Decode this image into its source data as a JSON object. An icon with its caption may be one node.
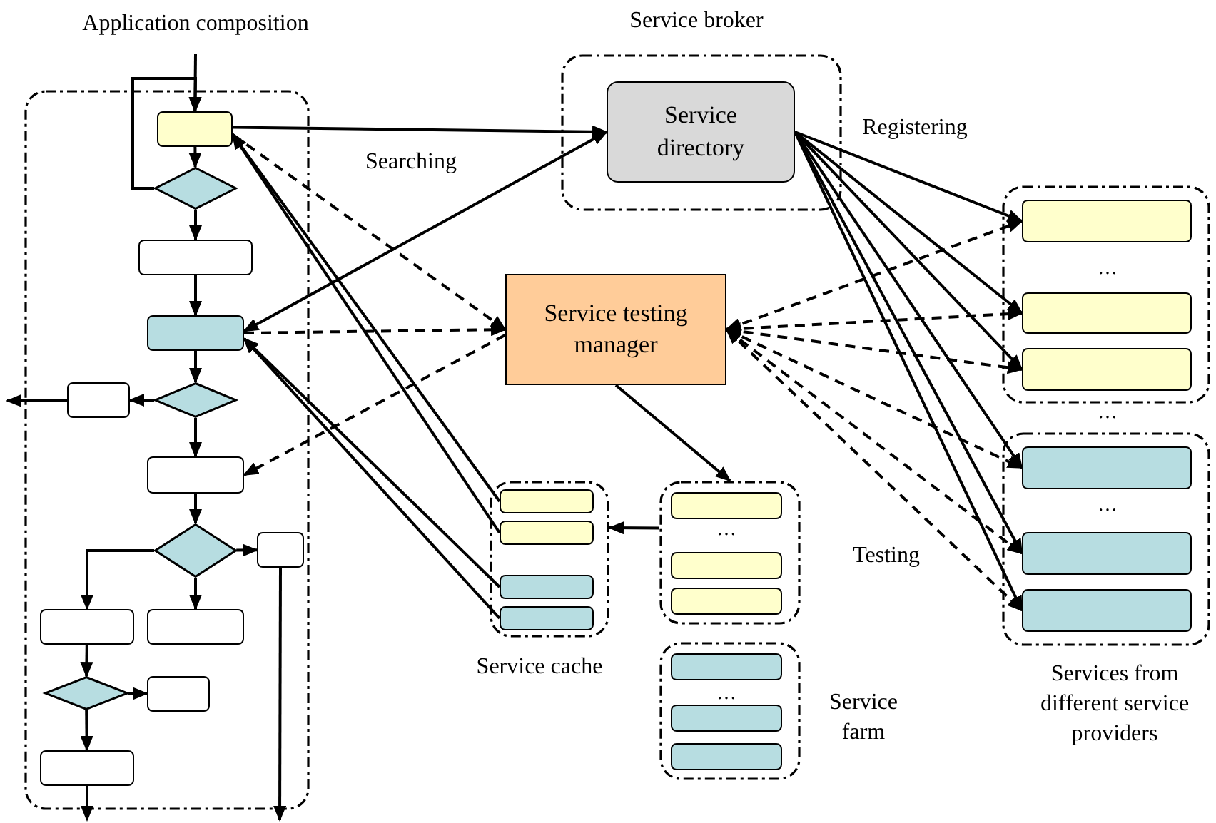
{
  "diagram": {
    "nodes": [
      {
        "text": [
          "Application composition"
        ]
      },
      {
        "text": [],
        "shape": "box",
        "in": 0
      },
      {
        "text": [],
        "shape": "diamond",
        "in": 0
      },
      {
        "text": [],
        "shape": "box",
        "in": 0
      },
      {
        "text": [],
        "shape": "box",
        "in": 0
      },
      {
        "text": [],
        "shape": "diamond",
        "in": 0
      },
      {
        "text": [],
        "shape": "box",
        "in": 0
      },
      {
        "text": [],
        "shape": "box",
        "in": 0
      },
      {
        "text": [],
        "shape": "diamond",
        "in": 0
      },
      {
        "text": [],
        "shape": "box",
        "in": 0
      },
      {
        "text": [],
        "shape": "box",
        "in": 0
      },
      {
        "text": [],
        "shape": "box",
        "in": 0
      },
      {
        "text": [],
        "shape": "diamond",
        "in": 0
      },
      {
        "text": [],
        "shape": "box",
        "in": 0
      },
      {
        "text": [],
        "shape": "box",
        "in": 0
      },
      {
        "text": [
          "Service broker"
        ]
      },
      {
        "text": [
          "Service directory"
        ],
        "in": 15
      },
      {
        "text": [
          "Service testing manager"
        ]
      },
      {
        "text": [
          "Service cache"
        ]
      },
      {
        "text": [],
        "shape": "box",
        "in": 18
      },
      {
        "text": [],
        "shape": "box",
        "in": 18
      },
      {
        "text": [],
        "shape": "box",
        "in": 18
      },
      {
        "text": [],
        "shape": "box",
        "in": 18
      },
      {
        "text": [],
        "shape": "box"
      },
      {
        "text": [],
        "shape": "box",
        "in": 23
      },
      {
        "text": [],
        "shape": "box",
        "in": 23
      },
      {
        "text": [],
        "shape": "box",
        "in": 23
      },
      {
        "text": [],
        "shape": "box",
        "beside": [
          "Service farm"
        ]
      },
      {
        "text": [],
        "shape": "box",
        "in": 27
      },
      {
        "text": [],
        "shape": "box",
        "in": 27
      },
      {
        "text": [],
        "shape": "box",
        "in": 27
      },
      {
        "text": [],
        "shape": "box"
      },
      {
        "text": [],
        "shape": "box",
        "in": 31
      },
      {
        "text": [],
        "shape": "box",
        "in": 31
      },
      {
        "text": [],
        "shape": "box",
        "in": 31
      },
      {
        "text": [],
        "shape": "box",
        "beside": [
          "Services from different service providers"
        ]
      },
      {
        "text": [],
        "shape": "box",
        "in": 35
      },
      {
        "text": [],
        "shape": "box",
        "in": 35
      },
      {
        "text": [],
        "shape": "box",
        "in": 35
      }
    ],
    "edges": [
      {
        "from": null,
        "to": 1,
        "arrow": "to"
      },
      {
        "from": 1,
        "to": 2,
        "arrow": "to"
      },
      {
        "from": 2,
        "to": 1,
        "arrow": "to"
      },
      {
        "from": 2,
        "to": 3,
        "arrow": "to"
      },
      {
        "from": 3,
        "to": 4,
        "arrow": "to"
      },
      {
        "from": 4,
        "to": 5,
        "arrow": "to"
      },
      {
        "from": 5,
        "to": 6,
        "arrow": "to"
      },
      {
        "from": 6,
        "to": null,
        "arrow": "to"
      },
      {
        "from": 5,
        "to": 7,
        "arrow": "to"
      },
      {
        "from": 7,
        "to": 8,
        "arrow": "to"
      },
      {
        "from": 8,
        "to": 9,
        "arrow": "to"
      },
      {
        "from": 8,
        "to": 10,
        "arrow": "to"
      },
      {
        "from": 8,
        "to": 11,
        "arrow": "to"
      },
      {
        "from": 10,
        "to": 12,
        "arrow": "to"
      },
      {
        "from": 12,
        "to": 13,
        "arrow": "to"
      },
      {
        "from": 12,
        "to": 14,
        "arrow": "to"
      },
      {
        "from": 14,
        "to": null,
        "arrow": "to"
      },
      {
        "from": 9,
        "to": null,
        "arrow": "to"
      },
      {
        "from": 1,
        "to": 16,
        "arrow": "to"
      },
      {
        "from": 4,
        "to": 16,
        "arrow": "both"
      },
      {
        "from": 1,
        "to": 17,
        "arrow": "to",
        "style": "dashed"
      },
      {
        "from": 4,
        "to": 17,
        "arrow": "to",
        "style": "dashed"
      },
      {
        "from": 17,
        "to": 7,
        "arrow": "to",
        "style": "dashed"
      },
      {
        "from": 19,
        "to": 1,
        "arrow": "to"
      },
      {
        "from": 20,
        "to": 1,
        "arrow": "to"
      },
      {
        "from": 21,
        "to": 4,
        "arrow": "to"
      },
      {
        "from": 22,
        "to": 4,
        "arrow": "to"
      },
      {
        "from": 17,
        "to": 23,
        "arrow": "to"
      },
      {
        "from": 23,
        "to": 18,
        "arrow": "to"
      },
      {
        "from": 16,
        "to": 32,
        "arrow": "to"
      },
      {
        "from": 16,
        "to": 33,
        "arrow": "to"
      },
      {
        "from": 16,
        "to": 34,
        "arrow": "to"
      },
      {
        "from": 16,
        "to": 36,
        "arrow": "to"
      },
      {
        "from": 16,
        "to": 37,
        "arrow": "to"
      },
      {
        "from": 16,
        "to": 38,
        "arrow": "to"
      },
      {
        "from": 17,
        "to": 32,
        "arrow": "both",
        "style": "dashed"
      },
      {
        "from": 17,
        "to": 33,
        "arrow": "both",
        "style": "dashed"
      },
      {
        "from": 17,
        "to": 34,
        "arrow": "both",
        "style": "dashed"
      },
      {
        "from": 17,
        "to": 36,
        "arrow": "both",
        "style": "dashed"
      },
      {
        "from": 17,
        "to": 37,
        "arrow": "both",
        "style": "dashed"
      },
      {
        "from": 17,
        "to": 38,
        "arrow": "both",
        "style": "dashed"
      }
    ],
    "labels": [
      "Searching",
      "Registering",
      "…",
      "…",
      "…",
      "…",
      "Testing",
      "…"
    ]
  }
}
